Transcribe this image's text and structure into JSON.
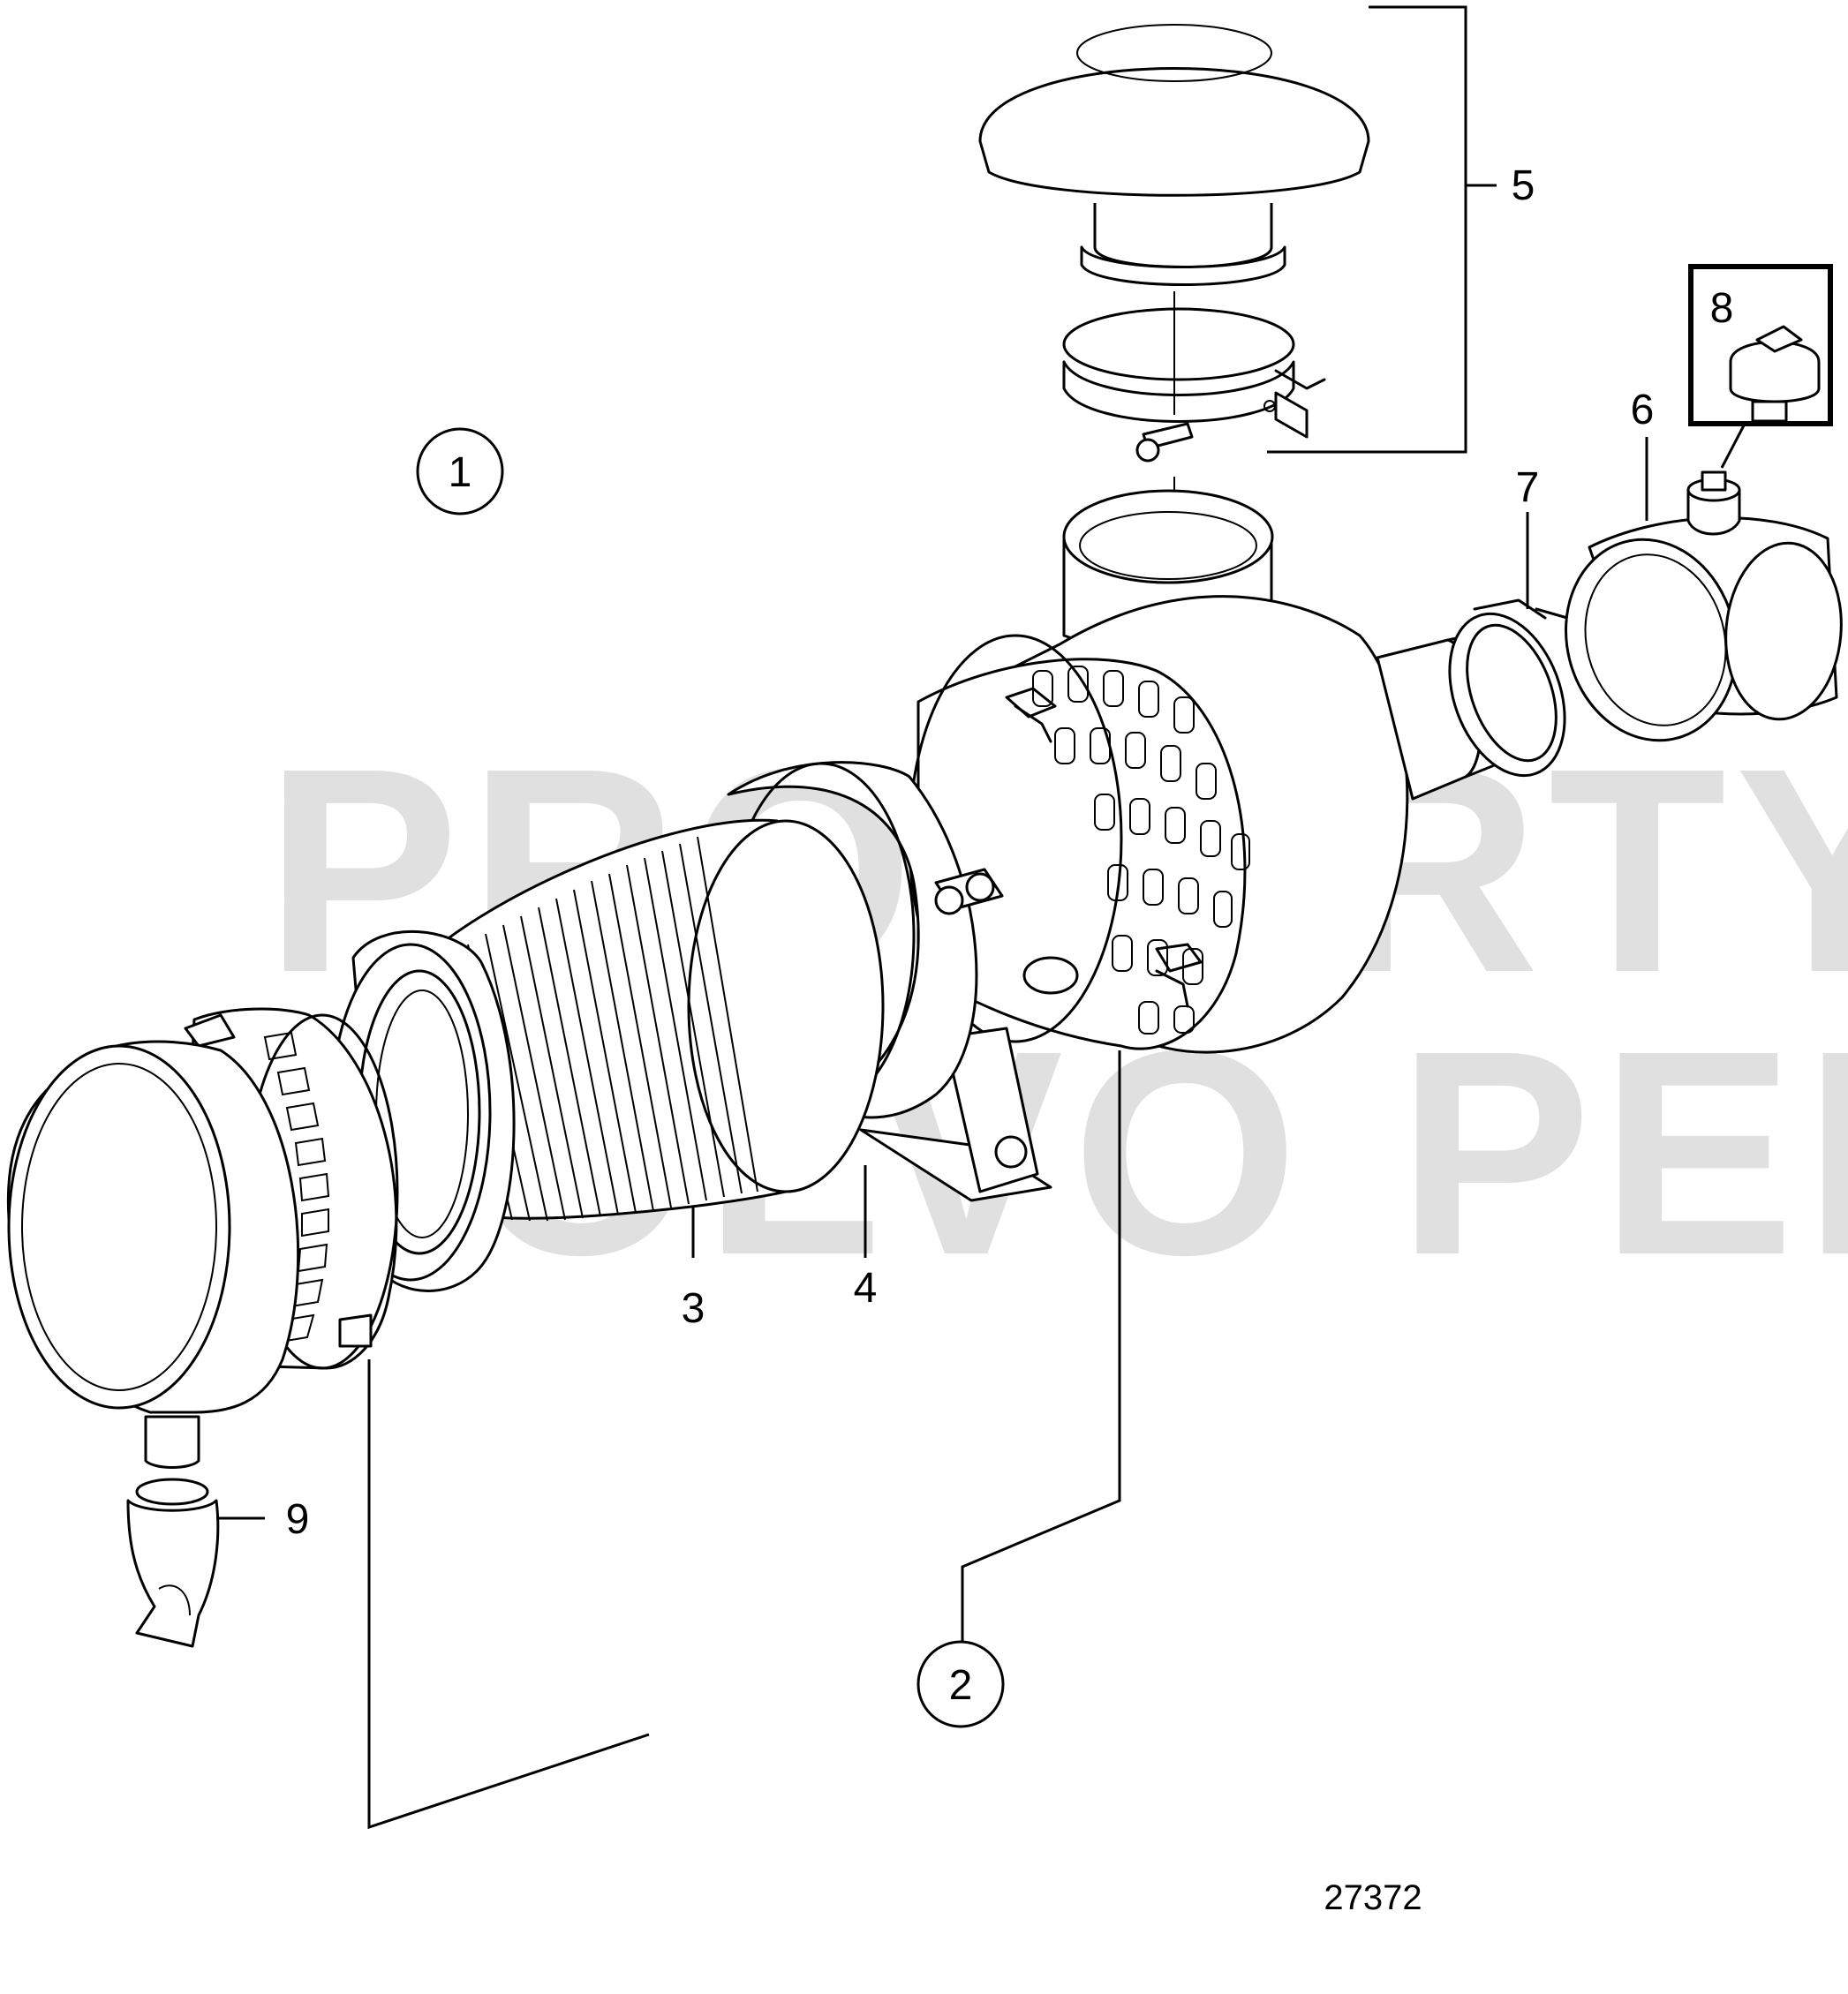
{
  "watermark": {
    "line1": "PROPERTY OF",
    "line2": "VOLVO PENTA",
    "color": "#c8c8c8"
  },
  "figure_number": "27372",
  "callouts": [
    {
      "id": "1",
      "label": "1",
      "circled": true
    },
    {
      "id": "2",
      "label": "2",
      "circled": true
    },
    {
      "id": "3",
      "label": "3",
      "circled": false
    },
    {
      "id": "4",
      "label": "4",
      "circled": false
    },
    {
      "id": "5",
      "label": "5",
      "circled": false
    },
    {
      "id": "6",
      "label": "6",
      "circled": false
    },
    {
      "id": "7",
      "label": "7",
      "circled": false
    },
    {
      "id": "8",
      "label": "8",
      "circled": false,
      "boxed": true
    },
    {
      "id": "9",
      "label": "9",
      "circled": false
    }
  ],
  "colors": {
    "line": "#000000",
    "background": "#ffffff"
  }
}
